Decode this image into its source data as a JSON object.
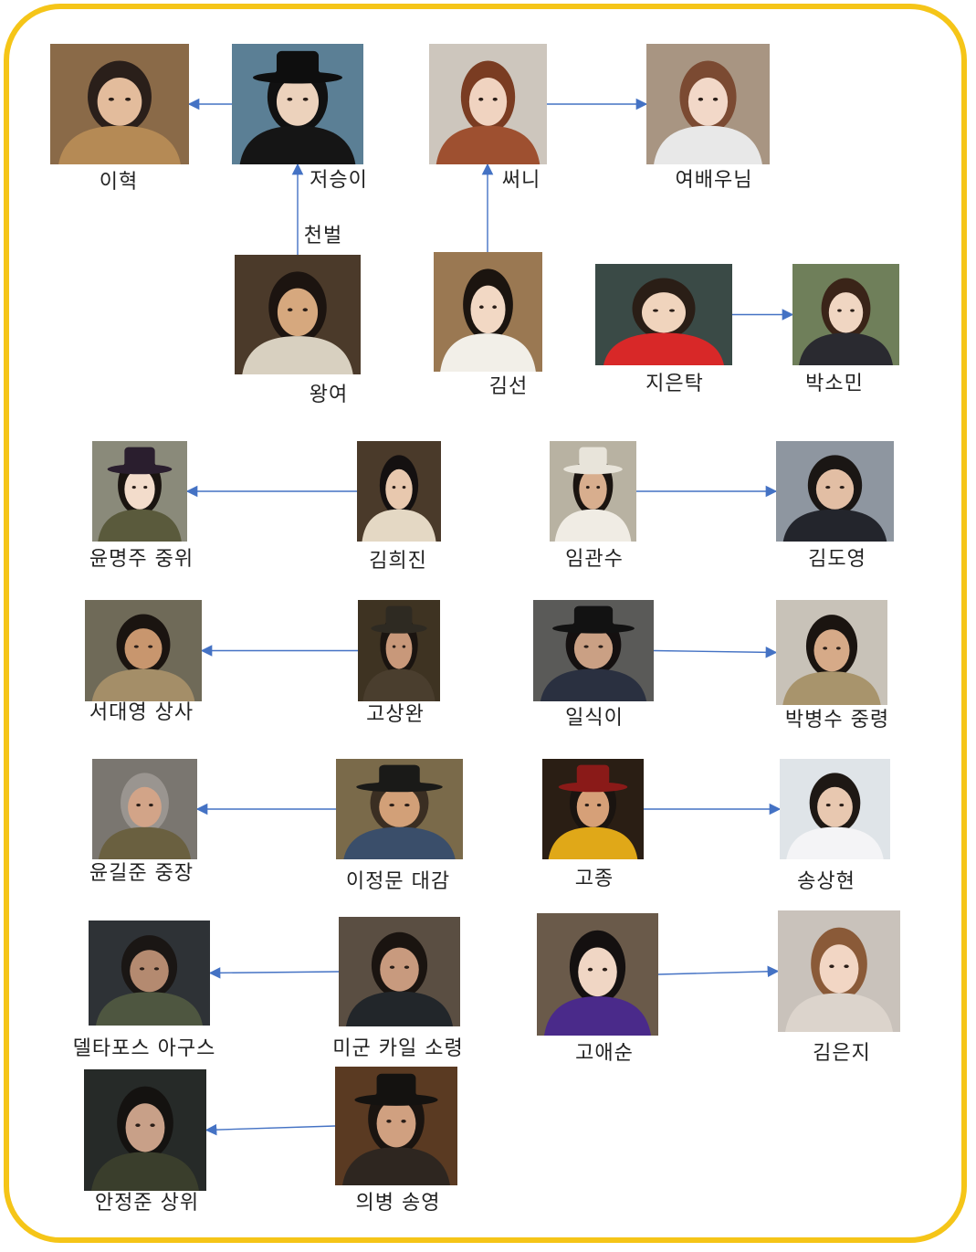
{
  "colors": {
    "frame": "#f5c518",
    "arrow": "#4472c4",
    "text": "#222222"
  },
  "characters": [
    {
      "id": "leehyuk",
      "name": "이혁",
      "bg": "#8a6a48",
      "skin": "#e3bc9c",
      "hair": "#2a1f1a",
      "cloth": "#b58a55"
    },
    {
      "id": "jeoseung",
      "name": "저승이",
      "bg": "#5b7f95",
      "skin": "#ecd2bc",
      "hair": "#111111",
      "cloth": "#151515",
      "hat": "#0e0e0e"
    },
    {
      "id": "sunny",
      "name": "써니",
      "bg": "#cdc6bd",
      "skin": "#f0d3c0",
      "hair": "#7a3c22",
      "cloth": "#9e5030"
    },
    {
      "id": "actress",
      "name": "여배우님",
      "bg": "#a89582",
      "skin": "#f2d8c8",
      "hair": "#7b4a32",
      "cloth": "#e8e8e8"
    },
    {
      "id": "wangyeo",
      "name": "왕여",
      "bg": "#4b3a2a",
      "skin": "#d6a87e",
      "hair": "#1c1410",
      "cloth": "#d8d0c0"
    },
    {
      "id": "kimsun",
      "name": "김선",
      "bg": "#9a7852",
      "skin": "#f2d8c4",
      "hair": "#1b140f",
      "cloth": "#f2efe8"
    },
    {
      "id": "jieuntak",
      "name": "지은탁",
      "bg": "#3a4a46",
      "skin": "#f0d4bd",
      "hair": "#2a1e16",
      "cloth": "#d82828"
    },
    {
      "id": "parksomin",
      "name": "박소민",
      "bg": "#6f7f5a",
      "skin": "#f0d6c2",
      "hair": "#3a2418",
      "cloth": "#2a2a30"
    },
    {
      "id": "yoonmyungju",
      "name": "윤명주 중위",
      "bg": "#8a8a7a",
      "skin": "#f3dccb",
      "hair": "#1a1410",
      "cloth": "#5a5a3c",
      "hat": "#2a1e2e"
    },
    {
      "id": "kimheejin",
      "name": "김희진",
      "bg": "#4a3a2a",
      "skin": "#e8c8ae",
      "hair": "#141010",
      "cloth": "#e4d8c4"
    },
    {
      "id": "imkwansu",
      "name": "임관수",
      "bg": "#b8b2a2",
      "skin": "#d8ae8e",
      "hair": "#1a1410",
      "cloth": "#f0ece4",
      "hat": "#e8e4da"
    },
    {
      "id": "kimdoyoung",
      "name": "김도영",
      "bg": "#8e96a0",
      "skin": "#e2bea4",
      "hair": "#1a1614",
      "cloth": "#23252c"
    },
    {
      "id": "seodaeyoung",
      "name": "서대영 상사",
      "bg": "#6f6a58",
      "skin": "#c8966e",
      "hair": "#1a1410",
      "cloth": "#a48e68"
    },
    {
      "id": "kosangwan",
      "name": "고상완",
      "bg": "#3e3322",
      "skin": "#c8987a",
      "hair": "#1a1410",
      "cloth": "#4a3e2e",
      "hat": "#2e2a22"
    },
    {
      "id": "ilsiki",
      "name": "일식이",
      "bg": "#5a5a58",
      "skin": "#caa084",
      "hair": "#141010",
      "cloth": "#2a3040",
      "hat": "#121212"
    },
    {
      "id": "parkbyungsu",
      "name": "박병수 중령",
      "bg": "#c8c2b8",
      "skin": "#d6aa88",
      "hair": "#1a1410",
      "cloth": "#a8946c"
    },
    {
      "id": "yoongiljun",
      "name": "윤길준 중장",
      "bg": "#7a7670",
      "skin": "#d2a488",
      "hair": "#9a9590",
      "cloth": "#6a6040"
    },
    {
      "id": "leejungmun",
      "name": "이정문 대감",
      "bg": "#7a6a4a",
      "skin": "#d2a078",
      "hair": "#3a2e22",
      "cloth": "#3a4e6a",
      "hat": "#1a1a18"
    },
    {
      "id": "gojong",
      "name": "고종",
      "bg": "#2a1e14",
      "skin": "#d6a078",
      "hair": "#1a1410",
      "cloth": "#e0a818",
      "hat": "#8a1a18"
    },
    {
      "id": "songsanghyun",
      "name": "송상현",
      "bg": "#dfe4e8",
      "skin": "#e8c8b0",
      "hair": "#1e1814",
      "cloth": "#f4f4f6"
    },
    {
      "id": "deltaforce",
      "name": "델타포스 아구스",
      "bg": "#2e3236",
      "skin": "#b48a70",
      "hair": "#1a1614",
      "cloth": "#4e5640"
    },
    {
      "id": "kyle",
      "name": "미군 카일 소령",
      "bg": "#5a4e42",
      "skin": "#c89a7e",
      "hair": "#1a1410",
      "cloth": "#22262a"
    },
    {
      "id": "koaesun",
      "name": "고애순",
      "bg": "#6a5a4a",
      "skin": "#f0d6c4",
      "hair": "#141010",
      "cloth": "#4a2a8a"
    },
    {
      "id": "kimeunji",
      "name": "김은지",
      "bg": "#c9c2bb",
      "skin": "#f2d6c4",
      "hair": "#8a5a38",
      "cloth": "#dcd4cc"
    },
    {
      "id": "anjungjun",
      "name": "안정준 상위",
      "bg": "#262a28",
      "skin": "#c8a088",
      "hair": "#141210",
      "cloth": "#3a3e2c"
    },
    {
      "id": "songyoung",
      "name": "의병 송영",
      "bg": "#5a3a22",
      "skin": "#d0a080",
      "hair": "#1a1410",
      "cloth": "#2e2620",
      "hat": "#141210"
    }
  ],
  "relations": [
    {
      "from": "jeoseung",
      "to": "leehyuk",
      "label": ""
    },
    {
      "from": "wangyeo",
      "to": "jeoseung",
      "label": "천벌"
    },
    {
      "from": "sunny",
      "to": "actress",
      "label": ""
    },
    {
      "from": "kimsun",
      "to": "sunny",
      "label": ""
    },
    {
      "from": "jieuntak",
      "to": "parksomin",
      "label": ""
    },
    {
      "from": "kimheejin",
      "to": "yoonmyungju",
      "label": ""
    },
    {
      "from": "imkwansu",
      "to": "kimdoyoung",
      "label": ""
    },
    {
      "from": "kosangwan",
      "to": "seodaeyoung",
      "label": ""
    },
    {
      "from": "ilsiki",
      "to": "parkbyungsu",
      "label": ""
    },
    {
      "from": "leejungmun",
      "to": "yoongiljun",
      "label": ""
    },
    {
      "from": "gojong",
      "to": "songsanghyun",
      "label": ""
    },
    {
      "from": "kyle",
      "to": "deltaforce",
      "label": ""
    },
    {
      "from": "koaesun",
      "to": "kimeunji",
      "label": ""
    },
    {
      "from": "songyoung",
      "to": "anjungjun",
      "label": ""
    }
  ]
}
